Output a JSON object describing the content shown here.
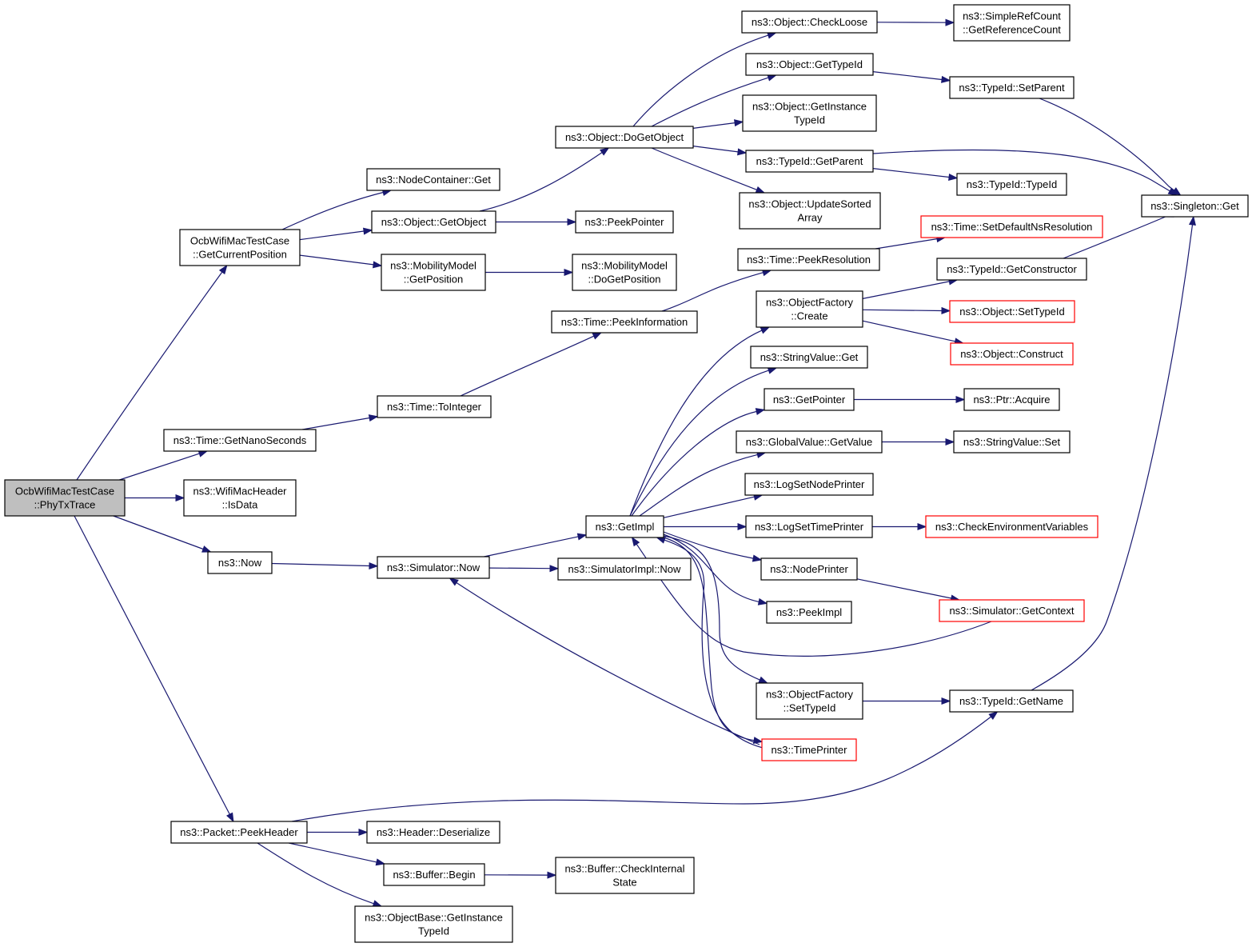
{
  "colors": {
    "edge": "#191970",
    "root_fill": "#bfbfbf",
    "node_border": "#000000",
    "truncated_node_border": "#ff0000"
  },
  "nodes": {
    "phytxtrace": {
      "lines": [
        "OcbWifiMacTestCase",
        "::PhyTxTrace"
      ],
      "style": "root"
    },
    "getcurrentposition": {
      "lines": [
        "OcbWifiMacTestCase",
        "::GetCurrentPosition"
      ],
      "style": "normal"
    },
    "getnanoseconds": {
      "lines": [
        "ns3::Time::GetNanoSeconds"
      ],
      "style": "normal"
    },
    "isdata": {
      "lines": [
        "ns3::WifiMacHeader",
        "::IsData"
      ],
      "style": "normal"
    },
    "now": {
      "lines": [
        "ns3::Now"
      ],
      "style": "normal"
    },
    "peekheader": {
      "lines": [
        "ns3::Packet::PeekHeader"
      ],
      "style": "normal"
    },
    "nodecontainerget": {
      "lines": [
        "ns3::NodeContainer::Get"
      ],
      "style": "normal"
    },
    "getobject": {
      "lines": [
        "ns3::Object::GetObject"
      ],
      "style": "normal"
    },
    "mobilitygetposition": {
      "lines": [
        "ns3::MobilityModel",
        "::GetPosition"
      ],
      "style": "normal"
    },
    "tointeger": {
      "lines": [
        "ns3::Time::ToInteger"
      ],
      "style": "normal"
    },
    "simulatornow": {
      "lines": [
        "ns3::Simulator::Now"
      ],
      "style": "normal"
    },
    "deserialize": {
      "lines": [
        "ns3::Header::Deserialize"
      ],
      "style": "normal"
    },
    "bufferbegin": {
      "lines": [
        "ns3::Buffer::Begin"
      ],
      "style": "normal"
    },
    "objectbasegetinstancetypeid": {
      "lines": [
        "ns3::ObjectBase::GetInstance",
        "TypeId"
      ],
      "style": "normal"
    },
    "dogetobject": {
      "lines": [
        "ns3::Object::DoGetObject"
      ],
      "style": "normal"
    },
    "peekpointer": {
      "lines": [
        "ns3::PeekPointer"
      ],
      "style": "normal"
    },
    "dogetposition": {
      "lines": [
        "ns3::MobilityModel",
        "::DoGetPosition"
      ],
      "style": "normal"
    },
    "peekinformation": {
      "lines": [
        "ns3::Time::PeekInformation"
      ],
      "style": "normal"
    },
    "getimpl": {
      "lines": [
        "ns3::GetImpl"
      ],
      "style": "normal"
    },
    "simulatorimplnow": {
      "lines": [
        "ns3::SimulatorImpl::Now"
      ],
      "style": "normal"
    },
    "checkinternalstate": {
      "lines": [
        "ns3::Buffer::CheckInternal",
        "State"
      ],
      "style": "normal"
    },
    "checkloose": {
      "lines": [
        "ns3::Object::CheckLoose"
      ],
      "style": "normal"
    },
    "objectgettypeid": {
      "lines": [
        "ns3::Object::GetTypeId"
      ],
      "style": "normal"
    },
    "objectgetinstancetypeid": {
      "lines": [
        "ns3::Object::GetInstance",
        "TypeId"
      ],
      "style": "normal"
    },
    "typeidgetparent": {
      "lines": [
        "ns3::TypeId::GetParent"
      ],
      "style": "normal"
    },
    "updatesortedarray": {
      "lines": [
        "ns3::Object::UpdateSorted",
        "Array"
      ],
      "style": "normal"
    },
    "peekresolution": {
      "lines": [
        "ns3::Time::PeekResolution"
      ],
      "style": "normal"
    },
    "objectfactorycreate": {
      "lines": [
        "ns3::ObjectFactory",
        "::Create"
      ],
      "style": "normal"
    },
    "stringvalueget": {
      "lines": [
        "ns3::StringValue::Get"
      ],
      "style": "normal"
    },
    "getpointer": {
      "lines": [
        "ns3::GetPointer"
      ],
      "style": "normal"
    },
    "globalvaluegetvalue": {
      "lines": [
        "ns3::GlobalValue::GetValue"
      ],
      "style": "normal"
    },
    "logsetnodeprinter": {
      "lines": [
        "ns3::LogSetNodePrinter"
      ],
      "style": "normal"
    },
    "logsettimeprinter": {
      "lines": [
        "ns3::LogSetTimePrinter"
      ],
      "style": "normal"
    },
    "nodeprinter": {
      "lines": [
        "ns3::NodePrinter"
      ],
      "style": "normal"
    },
    "peekimpl": {
      "lines": [
        "ns3::PeekImpl"
      ],
      "style": "normal"
    },
    "objectfactorysettypeid": {
      "lines": [
        "ns3::ObjectFactory",
        "::SetTypeId"
      ],
      "style": "normal"
    },
    "timeprinter": {
      "lines": [
        "ns3::TimePrinter"
      ],
      "style": "red"
    },
    "getreferencecount": {
      "lines": [
        "ns3::SimpleRefCount",
        "::GetReferenceCount"
      ],
      "style": "normal"
    },
    "typeidsetparent": {
      "lines": [
        "ns3::TypeId::SetParent"
      ],
      "style": "normal"
    },
    "typeidtypeid": {
      "lines": [
        "ns3::TypeId::TypeId"
      ],
      "style": "normal"
    },
    "setdefaultnsresolution": {
      "lines": [
        "ns3::Time::SetDefaultNsResolution"
      ],
      "style": "red"
    },
    "getconstructor": {
      "lines": [
        "ns3::TypeId::GetConstructor"
      ],
      "style": "normal"
    },
    "objectsettypeid": {
      "lines": [
        "ns3::Object::SetTypeId"
      ],
      "style": "red"
    },
    "objectconstruct": {
      "lines": [
        "ns3::Object::Construct"
      ],
      "style": "red"
    },
    "ptracquire": {
      "lines": [
        "ns3::Ptr::Acquire"
      ],
      "style": "normal"
    },
    "stringvalueset": {
      "lines": [
        "ns3::StringValue::Set"
      ],
      "style": "normal"
    },
    "checkenvironmentvariables": {
      "lines": [
        "ns3::CheckEnvironmentVariables"
      ],
      "style": "red"
    },
    "getcontext": {
      "lines": [
        "ns3::Simulator::GetContext"
      ],
      "style": "red"
    },
    "typeidgetname": {
      "lines": [
        "ns3::TypeId::GetName"
      ],
      "style": "normal"
    },
    "singletonget": {
      "lines": [
        "ns3::Singleton::Get"
      ],
      "style": "normal"
    }
  },
  "edges": [
    [
      "phytxtrace",
      "getcurrentposition"
    ],
    [
      "phytxtrace",
      "getnanoseconds"
    ],
    [
      "phytxtrace",
      "isdata"
    ],
    [
      "phytxtrace",
      "now"
    ],
    [
      "phytxtrace",
      "peekheader"
    ],
    [
      "getcurrentposition",
      "nodecontainerget"
    ],
    [
      "getcurrentposition",
      "getobject"
    ],
    [
      "getcurrentposition",
      "mobilitygetposition"
    ],
    [
      "getobject",
      "dogetobject"
    ],
    [
      "getobject",
      "peekpointer"
    ],
    [
      "mobilitygetposition",
      "dogetposition"
    ],
    [
      "getnanoseconds",
      "tointeger"
    ],
    [
      "tointeger",
      "peekinformation"
    ],
    [
      "peekinformation",
      "peekresolution"
    ],
    [
      "peekresolution",
      "setdefaultnsresolution"
    ],
    [
      "now",
      "simulatornow"
    ],
    [
      "simulatornow",
      "getimpl"
    ],
    [
      "simulatornow",
      "simulatorimplnow"
    ],
    [
      "dogetobject",
      "checkloose"
    ],
    [
      "dogetobject",
      "objectgettypeid"
    ],
    [
      "dogetobject",
      "objectgetinstancetypeid"
    ],
    [
      "dogetobject",
      "typeidgetparent"
    ],
    [
      "dogetobject",
      "updatesortedarray"
    ],
    [
      "checkloose",
      "getreferencecount"
    ],
    [
      "objectgettypeid",
      "typeidsetparent"
    ],
    [
      "typeidsetparent",
      "singletonget"
    ],
    [
      "typeidgetparent",
      "singletonget"
    ],
    [
      "typeidgetparent",
      "typeidtypeid"
    ],
    [
      "getimpl",
      "objectfactorycreate"
    ],
    [
      "getimpl",
      "stringvalueget"
    ],
    [
      "getimpl",
      "getpointer"
    ],
    [
      "getimpl",
      "globalvaluegetvalue"
    ],
    [
      "getimpl",
      "logsetnodeprinter"
    ],
    [
      "getimpl",
      "logsettimeprinter"
    ],
    [
      "getimpl",
      "nodeprinter"
    ],
    [
      "getimpl",
      "peekimpl"
    ],
    [
      "getimpl",
      "objectfactorysettypeid"
    ],
    [
      "getimpl",
      "timeprinter"
    ],
    [
      "objectfactorycreate",
      "getconstructor"
    ],
    [
      "objectfactorycreate",
      "objectsettypeid"
    ],
    [
      "objectfactorycreate",
      "objectconstruct"
    ],
    [
      "getconstructor",
      "singletonget"
    ],
    [
      "getpointer",
      "ptracquire"
    ],
    [
      "globalvaluegetvalue",
      "stringvalueset"
    ],
    [
      "logsettimeprinter",
      "checkenvironmentvariables"
    ],
    [
      "nodeprinter",
      "getcontext"
    ],
    [
      "getcontext",
      "getimpl"
    ],
    [
      "timeprinter",
      "getimpl"
    ],
    [
      "timeprinter",
      "simulatornow"
    ],
    [
      "objectfactorysettypeid",
      "typeidgetname"
    ],
    [
      "typeidgetname",
      "singletonget"
    ],
    [
      "peekheader",
      "typeidgetname"
    ],
    [
      "peekheader",
      "deserialize"
    ],
    [
      "peekheader",
      "bufferbegin"
    ],
    [
      "peekheader",
      "objectbasegetinstancetypeid"
    ],
    [
      "bufferbegin",
      "checkinternalstate"
    ]
  ]
}
